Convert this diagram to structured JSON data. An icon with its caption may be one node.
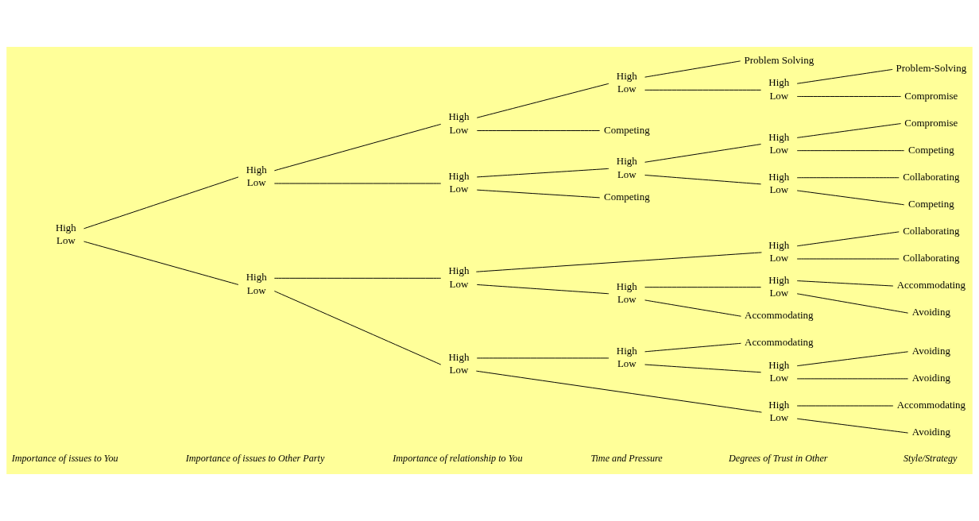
{
  "diagram": {
    "nodes": [
      {
        "text": [
          "High",
          "Low"
        ]
      },
      {
        "text": [
          "High",
          "Low"
        ]
      },
      {
        "text": [
          "High",
          "Low"
        ]
      },
      {
        "text": [
          "High",
          "Low"
        ]
      },
      {
        "text": [
          "High",
          "Low"
        ]
      },
      {
        "text": [
          "High",
          "Low"
        ]
      },
      {
        "text": [
          "High",
          "Low"
        ]
      },
      {
        "text": [
          "High",
          "Low"
        ]
      },
      {
        "text": [
          "Competing"
        ]
      },
      {
        "text": [
          "High",
          "Low"
        ]
      },
      {
        "text": [
          "Competing"
        ]
      },
      {
        "text": [
          "High",
          "Low"
        ]
      },
      {
        "text": [
          "High",
          "Low"
        ]
      },
      {
        "text": [
          "Problem Solving"
        ]
      },
      {
        "text": [
          "High",
          "Low"
        ]
      },
      {
        "text": [
          "High",
          "Low"
        ]
      },
      {
        "text": [
          "High",
          "Low"
        ]
      },
      {
        "text": [
          "High",
          "Low"
        ]
      },
      {
        "text": [
          "High",
          "Low"
        ]
      },
      {
        "text": [
          "Accommodating"
        ]
      },
      {
        "text": [
          "Accommodating"
        ]
      },
      {
        "text": [
          "High",
          "Low"
        ]
      },
      {
        "text": [
          "High",
          "Low"
        ]
      },
      {
        "text": [
          "Problem-Solving"
        ]
      },
      {
        "text": [
          "Compromise"
        ]
      },
      {
        "text": [
          "Compromise"
        ]
      },
      {
        "text": [
          "Competing"
        ]
      },
      {
        "text": [
          "Collaborating"
        ]
      },
      {
        "text": [
          "Competing"
        ]
      },
      {
        "text": [
          "Collaborating"
        ]
      },
      {
        "text": [
          "Collaborating"
        ]
      },
      {
        "text": [
          "Accommodating"
        ]
      },
      {
        "text": [
          "Avoiding"
        ]
      },
      {
        "text": [
          "Avoiding"
        ]
      },
      {
        "text": [
          "Avoiding"
        ]
      },
      {
        "text": [
          "Accommodating"
        ]
      },
      {
        "text": [
          "Avoiding"
        ]
      }
    ],
    "edges": [
      {
        "from": 0,
        "to": 1,
        "arrow": "none"
      },
      {
        "from": 0,
        "to": 2,
        "arrow": "none"
      },
      {
        "from": 1,
        "to": 3,
        "arrow": "none"
      },
      {
        "from": 1,
        "to": 4,
        "arrow": "none"
      },
      {
        "from": 2,
        "to": 5,
        "arrow": "none"
      },
      {
        "from": 2,
        "to": 6,
        "arrow": "none"
      },
      {
        "from": 3,
        "to": 7,
        "arrow": "none"
      },
      {
        "from": 3,
        "to": 8,
        "arrow": "none"
      },
      {
        "from": 4,
        "to": 9,
        "arrow": "none"
      },
      {
        "from": 4,
        "to": 10,
        "arrow": "none"
      },
      {
        "from": 5,
        "to": 17,
        "arrow": "none"
      },
      {
        "from": 5,
        "to": 11,
        "arrow": "none"
      },
      {
        "from": 6,
        "to": 12,
        "arrow": "none"
      },
      {
        "from": 6,
        "to": 22,
        "arrow": "none"
      },
      {
        "from": 7,
        "to": 13,
        "arrow": "none"
      },
      {
        "from": 7,
        "to": 14,
        "arrow": "none"
      },
      {
        "from": 9,
        "to": 15,
        "arrow": "none"
      },
      {
        "from": 9,
        "to": 16,
        "arrow": "none"
      },
      {
        "from": 11,
        "to": 18,
        "arrow": "none"
      },
      {
        "from": 11,
        "to": 19,
        "arrow": "none"
      },
      {
        "from": 12,
        "to": 20,
        "arrow": "none"
      },
      {
        "from": 12,
        "to": 21,
        "arrow": "none"
      },
      {
        "from": 14,
        "to": 23,
        "arrow": "none"
      },
      {
        "from": 14,
        "to": 24,
        "arrow": "none"
      },
      {
        "from": 15,
        "to": 25,
        "arrow": "none"
      },
      {
        "from": 15,
        "to": 26,
        "arrow": "none"
      },
      {
        "from": 16,
        "to": 27,
        "arrow": "none"
      },
      {
        "from": 16,
        "to": 28,
        "arrow": "none"
      },
      {
        "from": 17,
        "to": 29,
        "arrow": "none"
      },
      {
        "from": 17,
        "to": 30,
        "arrow": "none"
      },
      {
        "from": 18,
        "to": 31,
        "arrow": "none"
      },
      {
        "from": 18,
        "to": 32,
        "arrow": "none"
      },
      {
        "from": 21,
        "to": 33,
        "arrow": "none"
      },
      {
        "from": 21,
        "to": 34,
        "arrow": "none"
      },
      {
        "from": 22,
        "to": 35,
        "arrow": "none"
      },
      {
        "from": 22,
        "to": 36,
        "arrow": "none"
      }
    ],
    "labels": [
      "Importance of issues to You",
      "Importance of issues to Other Party",
      "Importance of relationship to You",
      "Time and Pressure",
      "Degrees of Trust in Other",
      "Style/Strategy"
    ]
  }
}
